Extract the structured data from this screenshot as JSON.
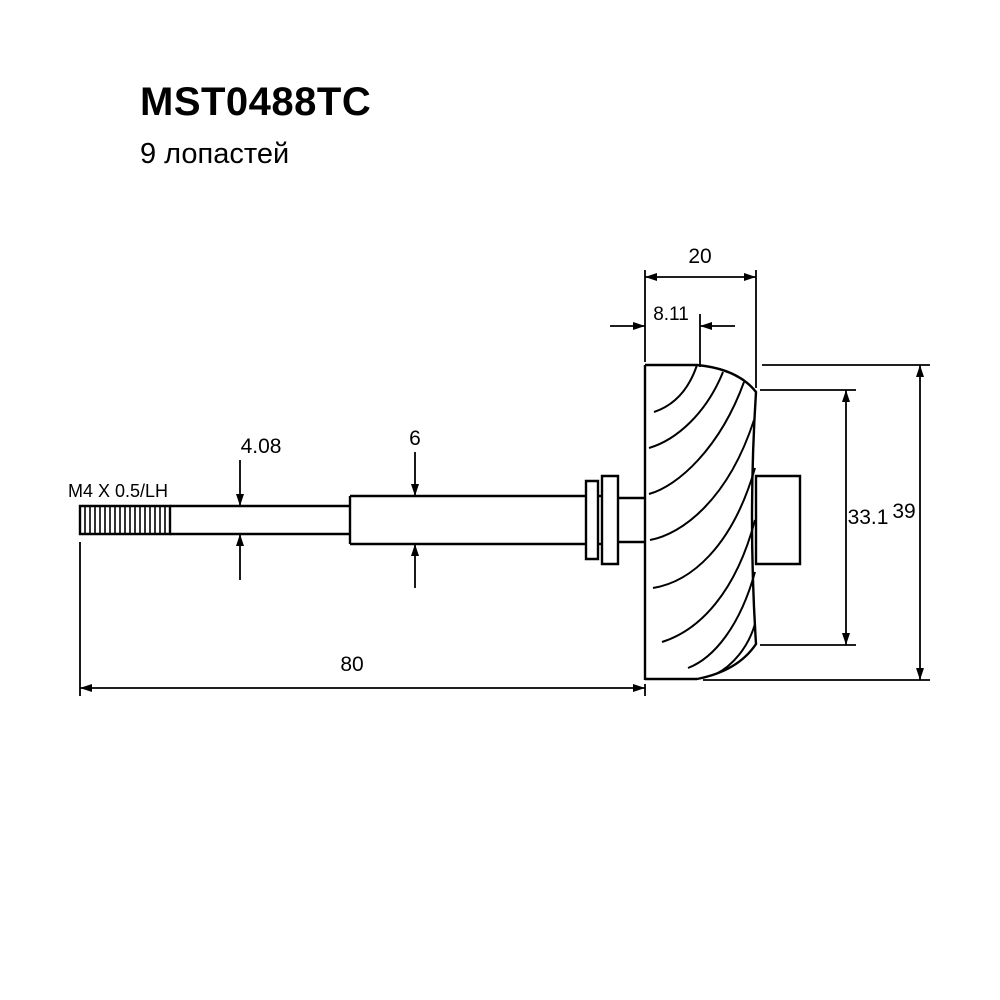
{
  "header": {
    "title": "MST0488TC",
    "subtitle": "9 лопастей"
  },
  "drawing": {
    "labels": {
      "wheel_width": "20",
      "back_offset": "8.11",
      "small_shaft_diameter": "4.08",
      "large_shaft_diameter": "6",
      "thread_spec": "M4 X 0.5/LH",
      "inducer_diameter": "33.1",
      "wheel_diameter": "39",
      "shaft_length": "80"
    },
    "colors": {
      "line": "#000000",
      "background": "#ffffff"
    }
  }
}
